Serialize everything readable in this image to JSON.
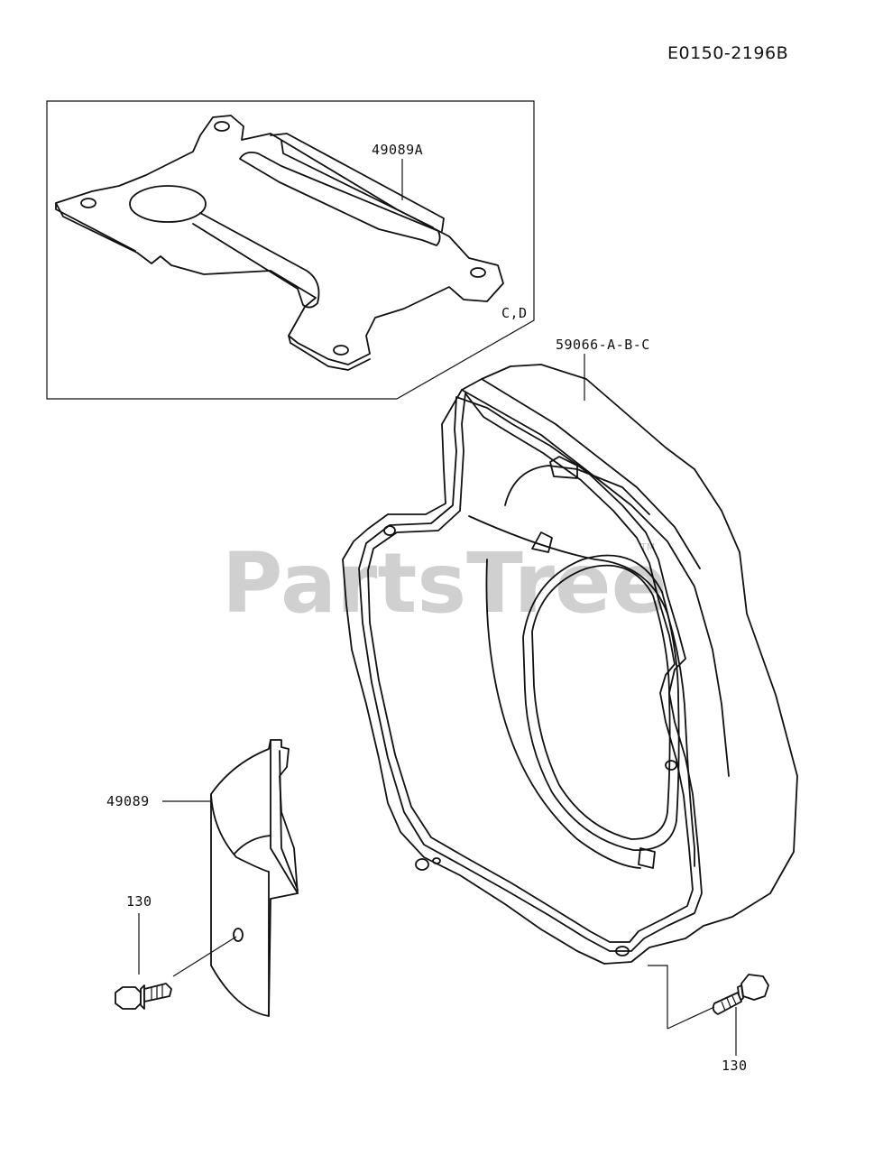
{
  "document_id": "E0150-2196B",
  "watermark": {
    "text": "PartsTree",
    "trademark": "TM"
  },
  "inset_note": "C,D",
  "callouts": {
    "gasket_part": "49089A",
    "shroud_part": "59066-A-B-C",
    "cover_part": "49089",
    "bolt_left": "130",
    "bolt_right": "130"
  }
}
